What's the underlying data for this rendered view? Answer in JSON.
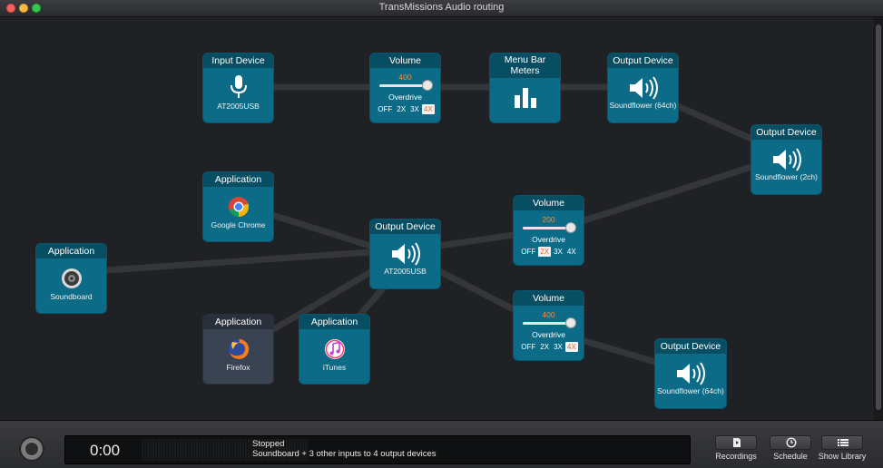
{
  "window": {
    "title": "TransMissions Audio routing"
  },
  "nodes": {
    "input_device": {
      "header": "Input Device",
      "sublabel": "AT2005USB",
      "icon": "microphone-icon"
    },
    "volume_top": {
      "header": "Volume",
      "value": "400",
      "overdrive_label": "Overdrive",
      "level": 0.98,
      "options": [
        "OFF",
        "2X",
        "3X",
        "4X"
      ],
      "selected": "4X"
    },
    "menubar_meters": {
      "header": "Menu Bar Meters",
      "icon": "bar-chart-icon"
    },
    "output_64ch_top": {
      "header": "Output Device",
      "sublabel": "Soundflower (64ch)",
      "icon": "speaker-icon"
    },
    "output_2ch": {
      "header": "Output Device",
      "sublabel": "Soundflower (2ch)",
      "icon": "speaker-icon"
    },
    "app_chrome": {
      "header": "Application",
      "sublabel": "Google Chrome",
      "icon": "chrome-icon"
    },
    "app_soundboard": {
      "header": "Application",
      "sublabel": "Soundboard",
      "icon": "speaker-grille-icon"
    },
    "output_at2005": {
      "header": "Output Device",
      "sublabel": "AT2005USB",
      "icon": "speaker-icon"
    },
    "volume_mid": {
      "header": "Volume",
      "value": "200",
      "overdrive_label": "Overdrive",
      "level": 0.98,
      "options": [
        "OFF",
        "2X",
        "3X",
        "4X"
      ],
      "selected": "2X"
    },
    "volume_low": {
      "header": "Volume",
      "value": "400",
      "overdrive_label": "Overdrive",
      "level": 0.98,
      "options": [
        "OFF",
        "2X",
        "3X",
        "4X"
      ],
      "selected": "4X"
    },
    "app_firefox": {
      "header": "Application",
      "sublabel": "Firefox",
      "icon": "firefox-icon"
    },
    "app_itunes": {
      "header": "Application",
      "sublabel": "iTunes",
      "icon": "itunes-icon"
    },
    "output_64ch_low": {
      "header": "Output Device",
      "sublabel": "Soundflower (64ch)",
      "icon": "speaker-icon"
    }
  },
  "bottom_bar": {
    "time": "0:00",
    "status": "Stopped",
    "summary": "Soundboard + 3 other inputs to 4 output devices",
    "buttons": {
      "recordings": "Recordings",
      "schedule": "Schedule",
      "show_library": "Show Library"
    }
  },
  "colors": {
    "node": "#0c6c88",
    "node_inactive": "#3a4352",
    "accent_value": "#ff8c33",
    "selected_text": "#e26a2c"
  }
}
